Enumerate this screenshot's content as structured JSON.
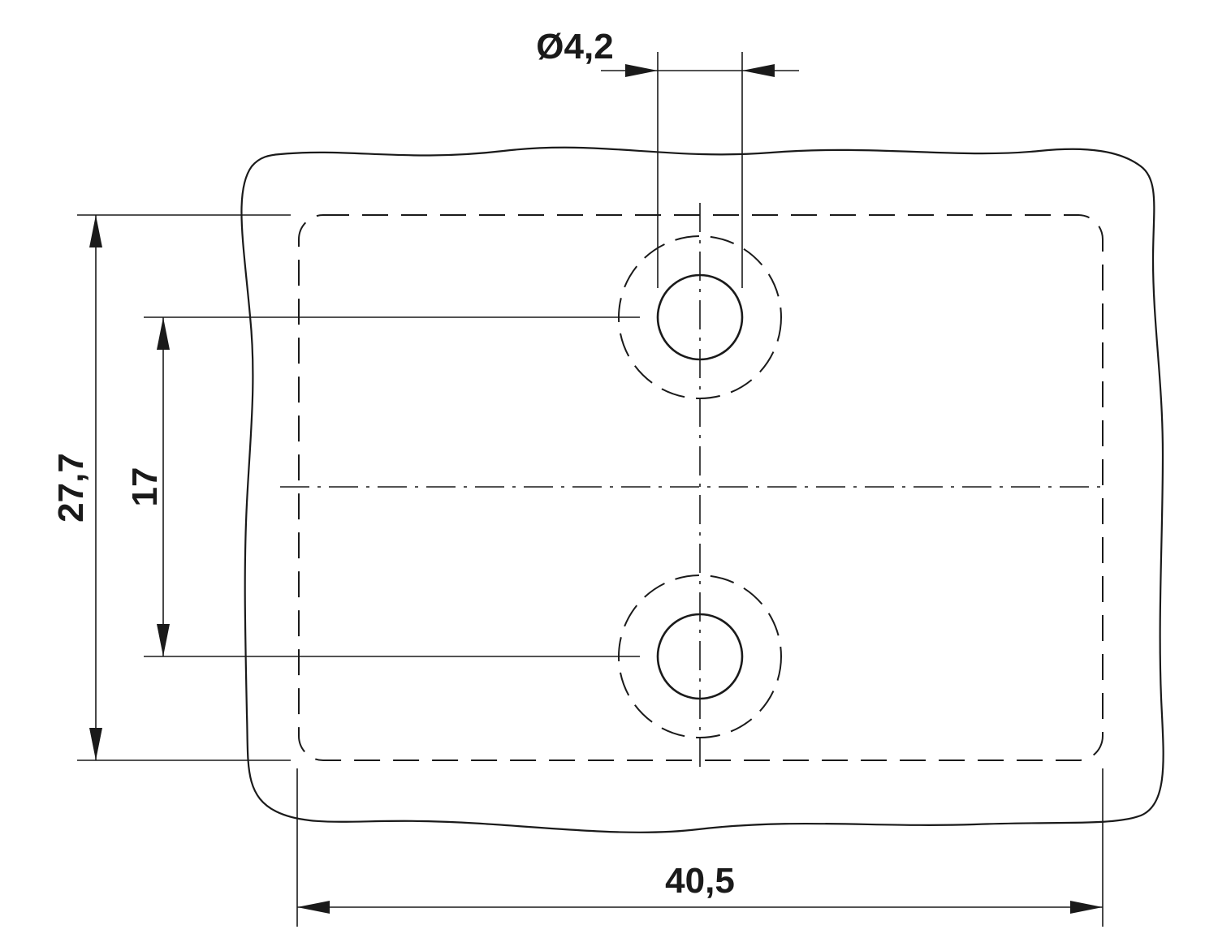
{
  "dimensions": {
    "hole_diameter": "Ø4,2",
    "overall_height": "27,7",
    "hole_spacing": "17",
    "overall_width": "40,5"
  },
  "colors": {
    "ink": "#1a1a1a",
    "background": "#ffffff"
  }
}
